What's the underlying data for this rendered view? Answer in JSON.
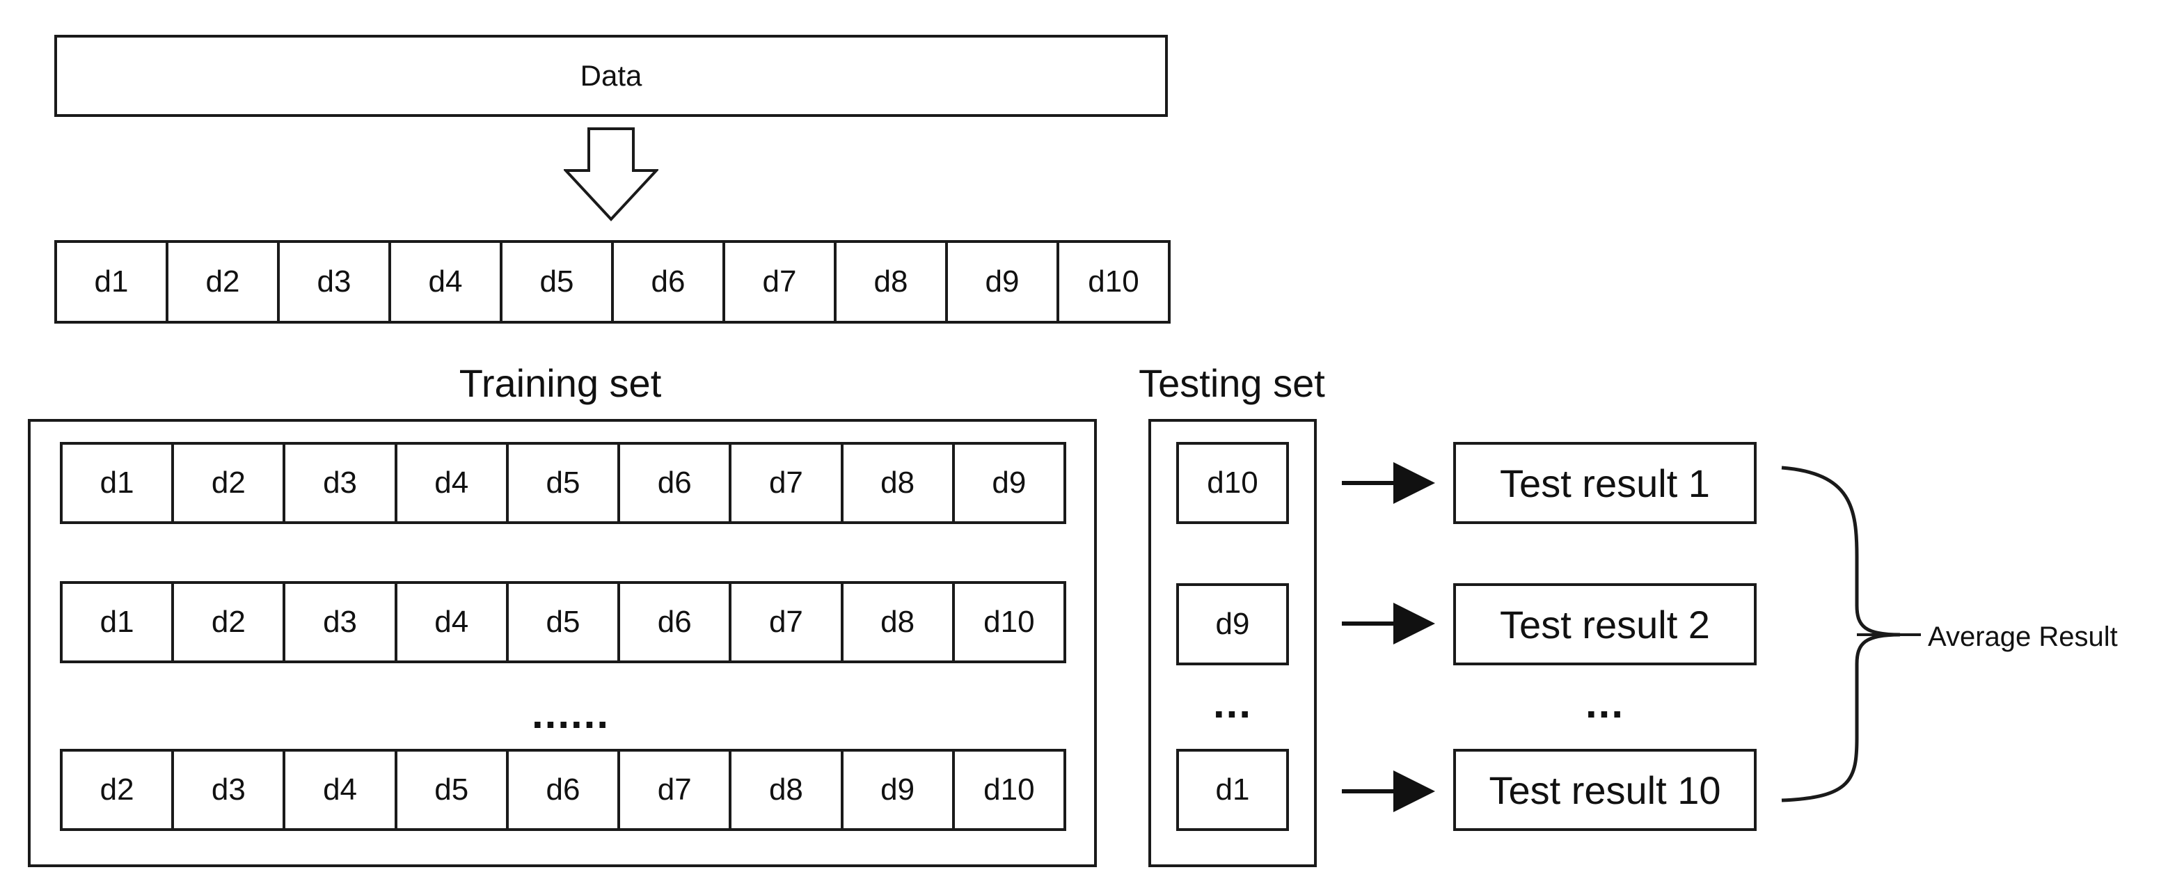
{
  "data_box": {
    "label": "Data"
  },
  "folds": [
    "d1",
    "d2",
    "d3",
    "d4",
    "d5",
    "d6",
    "d7",
    "d8",
    "d9",
    "d10"
  ],
  "training": {
    "title": "Training set",
    "rows": [
      [
        "d1",
        "d2",
        "d3",
        "d4",
        "d5",
        "d6",
        "d7",
        "d8",
        "d9"
      ],
      [
        "d1",
        "d2",
        "d3",
        "d4",
        "d5",
        "d6",
        "d7",
        "d8",
        "d10"
      ],
      [
        "d2",
        "d3",
        "d4",
        "d5",
        "d6",
        "d7",
        "d8",
        "d9",
        "d10"
      ]
    ],
    "ellipsis": "......"
  },
  "testing": {
    "title": "Testing set",
    "items": [
      "d10",
      "d9",
      "d1"
    ],
    "ellipsis": "..."
  },
  "results": {
    "items": [
      "Test result 1",
      "Test result 2",
      "Test result 10"
    ],
    "ellipsis": "..."
  },
  "average": {
    "label": "Average Result"
  }
}
